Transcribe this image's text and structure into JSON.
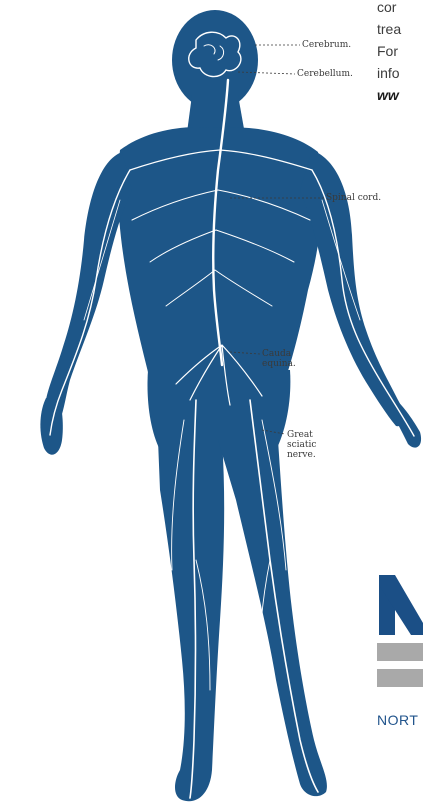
{
  "figure": {
    "icon": "nervous-system-figure-icon",
    "body_color": "#1d5688",
    "nerve_color": "#ffffff",
    "labels": {
      "cerebrum": "Cerebrum.",
      "cerebellum": "Cerebellum.",
      "spinal_cord": "Spinal cord.",
      "cauda_equina": "Cauda equina.",
      "sciatic_nerve": "Great sciatic nerve."
    }
  },
  "text_column": {
    "lines": [
      "cor",
      "trea",
      "For",
      "info"
    ],
    "url": "ww"
  },
  "logo": {
    "icon": "company-logo-icon",
    "letter": "N",
    "caption": "NORT",
    "primary_color": "#1b4f86",
    "secondary_color": "#a9a9a9"
  }
}
